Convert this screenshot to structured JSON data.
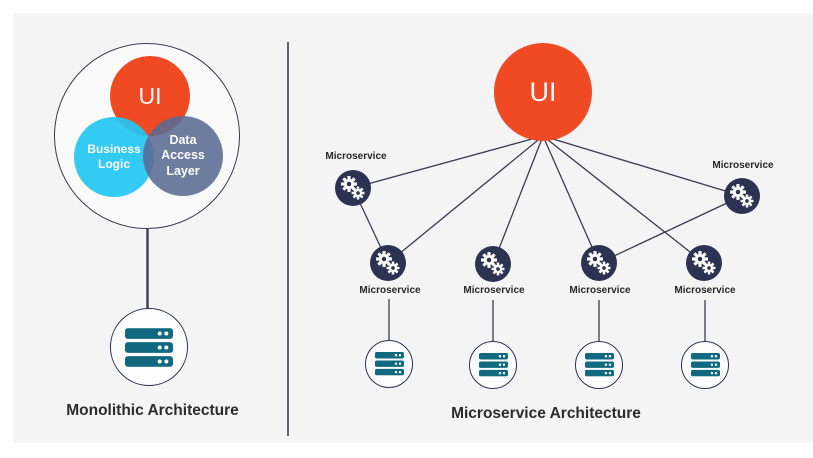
{
  "left": {
    "ui_label": "UI",
    "business_logic_label": "Business Logic",
    "data_access_label": "Data Access Layer",
    "caption": "Monolithic Architecture"
  },
  "right": {
    "ui_label": "UI",
    "microservices": [
      {
        "label": "Microservice"
      },
      {
        "label": "Microservice"
      },
      {
        "label": "Microservice"
      },
      {
        "label": "Microservice"
      },
      {
        "label": "Microservice"
      },
      {
        "label": "Microservice"
      }
    ],
    "caption": "Microservice Architecture"
  },
  "colors": {
    "ui_red": "#f04a25",
    "business_cyan": "#23c6f4",
    "data_slate": "#5a6b93",
    "node_navy": "#2d3152",
    "database_teal": "#11697f",
    "line": "#3d3b54",
    "panel_background": "#f4f4f5"
  }
}
